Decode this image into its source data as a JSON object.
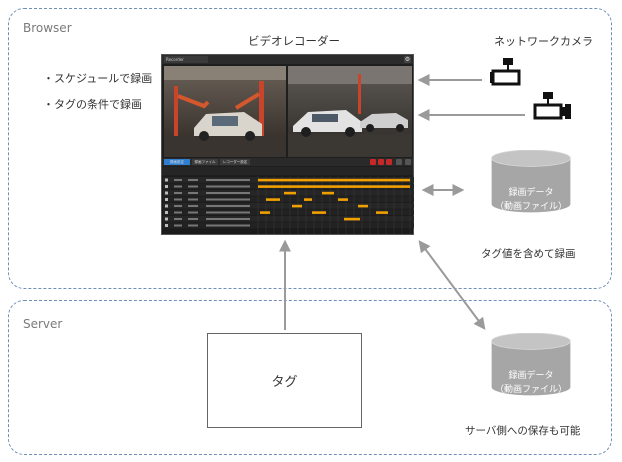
{
  "regions": {
    "browser": "Browser",
    "server": "Server"
  },
  "recorder": {
    "title": "ビデオレコーダー",
    "app_tab": "Recorder",
    "gear_icon": "gear-icon",
    "tabs": [
      "録画設定",
      "録画ファイル",
      "レコーダー設定"
    ]
  },
  "features": [
    "・スケジュールで録画",
    "・タグの条件で録画"
  ],
  "network_camera": {
    "label": "ネットワークカメラ",
    "icon": "security-camera-icon"
  },
  "browser_storage": {
    "line1": "録画データ",
    "line2": "（動画ファイル）",
    "caption": "タグ値を含めて録画",
    "icon": "database-cylinder-icon"
  },
  "server_storage": {
    "line1": "録画データ",
    "line2": "（動画ファイル）",
    "caption": "サーバ側への保存も可能",
    "icon": "database-cylinder-icon"
  },
  "tag_box": {
    "label": "タグ"
  },
  "colors": {
    "region_border": "#6f8fb8",
    "arrow": "#9a9a9a",
    "db_fill": "#a6a6a6",
    "timeline_bar": "#f0a000",
    "record_red": "#c62828"
  }
}
